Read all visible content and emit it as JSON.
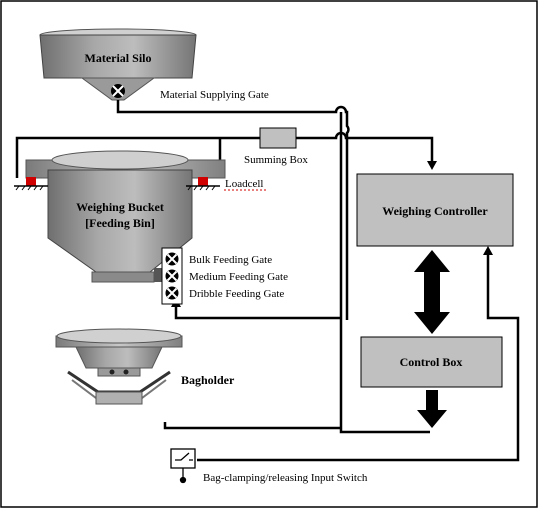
{
  "diagram": {
    "silo": {
      "label": "Material Silo"
    },
    "supply_gate": {
      "label": "Material Supplying Gate"
    },
    "summing_box": {
      "label": "Summing Box"
    },
    "loadcell": {
      "label": "Loadcell"
    },
    "bucket": {
      "line1": "Weighing Bucket",
      "line2": "[Feeding Bin]"
    },
    "gates": [
      "Bulk Feeding Gate",
      "Medium Feeding Gate",
      "Dribble Feeding Gate"
    ],
    "weighing_controller": {
      "label": "Weighing Controller"
    },
    "control_box": {
      "label": "Control Box"
    },
    "bagholder": {
      "label": "Bagholder"
    },
    "input_switch": {
      "label": "Bag-clamping/releasing Input Switch"
    }
  }
}
